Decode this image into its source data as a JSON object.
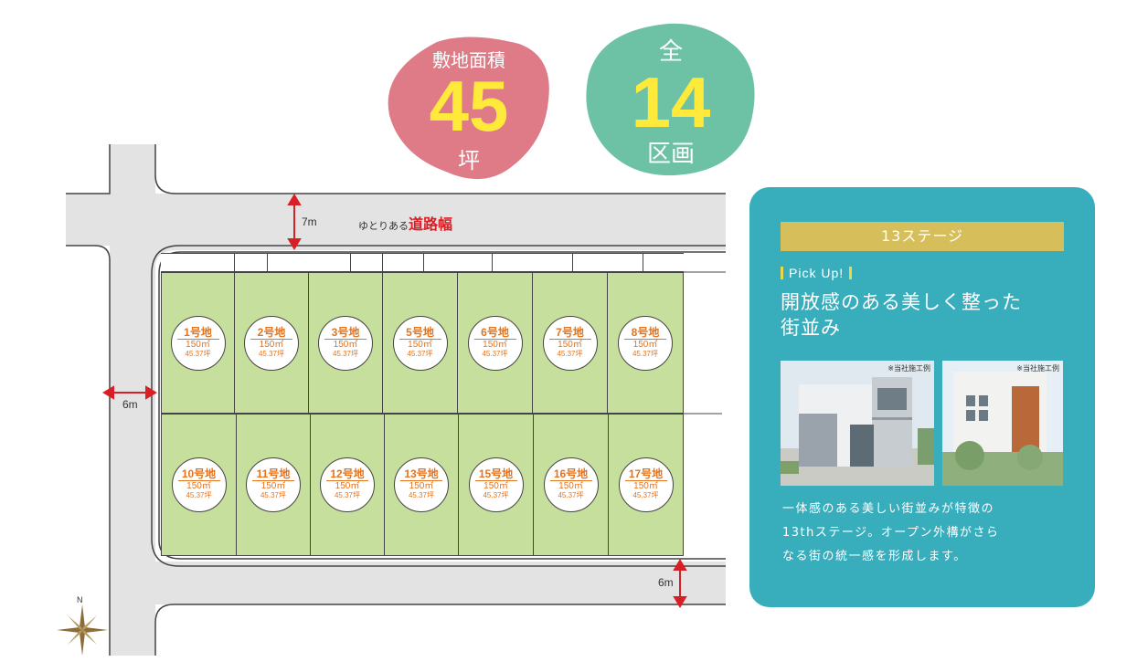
{
  "badges": {
    "area": {
      "top": "敷地面積",
      "number": "45",
      "unit": "坪",
      "color": "#de7b87"
    },
    "plots": {
      "top": "全",
      "number": "14",
      "unit": "区画",
      "color": "#6dc2a6"
    }
  },
  "map": {
    "road_top_width": "7m",
    "road_top_caption_small": "ゆとりある",
    "road_top_caption_big": "道路幅",
    "road_left_width": "6m",
    "road_bottom_width": "6m",
    "compass_north": "N",
    "colors": {
      "lot": "#c6df9c",
      "road": "#e3e3e3",
      "label": "#e5741e",
      "dimension": "#d81f26"
    },
    "lots_top": [
      {
        "name": "1号地",
        "area": "150㎡",
        "tsubo": "45.37坪"
      },
      {
        "name": "2号地",
        "area": "150㎡",
        "tsubo": "45.37坪"
      },
      {
        "name": "3号地",
        "area": "150㎡",
        "tsubo": "45.37坪"
      },
      {
        "name": "5号地",
        "area": "150㎡",
        "tsubo": "45.37坪"
      },
      {
        "name": "6号地",
        "area": "150㎡",
        "tsubo": "45.37坪"
      },
      {
        "name": "7号地",
        "area": "150㎡",
        "tsubo": "45.37坪"
      },
      {
        "name": "8号地",
        "area": "150㎡",
        "tsubo": "45.37坪"
      }
    ],
    "lots_bottom": [
      {
        "name": "10号地",
        "area": "150㎡",
        "tsubo": "45.37坪"
      },
      {
        "name": "11号地",
        "area": "150㎡",
        "tsubo": "45.37坪"
      },
      {
        "name": "12号地",
        "area": "150㎡",
        "tsubo": "45.37坪"
      },
      {
        "name": "13号地",
        "area": "150㎡",
        "tsubo": "45.37坪"
      },
      {
        "name": "15号地",
        "area": "150㎡",
        "tsubo": "45.37坪"
      },
      {
        "name": "16号地",
        "area": "150㎡",
        "tsubo": "45.37坪"
      },
      {
        "name": "17号地",
        "area": "150㎡",
        "tsubo": "45.37坪"
      }
    ]
  },
  "panel": {
    "stage": "13ステージ",
    "pickup": "Pick Up!",
    "headline_1": "開放感のある美しく整った",
    "headline_2": "街並み",
    "photo_note_1": "※当社施工例",
    "photo_note_2": "※当社施工例",
    "desc_1": "一体感のある美しい街並みが特徴の",
    "desc_2": "13thステージ。オープン外構がさら",
    "desc_3": "なる街の統一感を形成します。",
    "colors": {
      "bg": "#38aebd",
      "stage_bar": "#d6bf5a",
      "accent": "#e8d84a"
    }
  }
}
